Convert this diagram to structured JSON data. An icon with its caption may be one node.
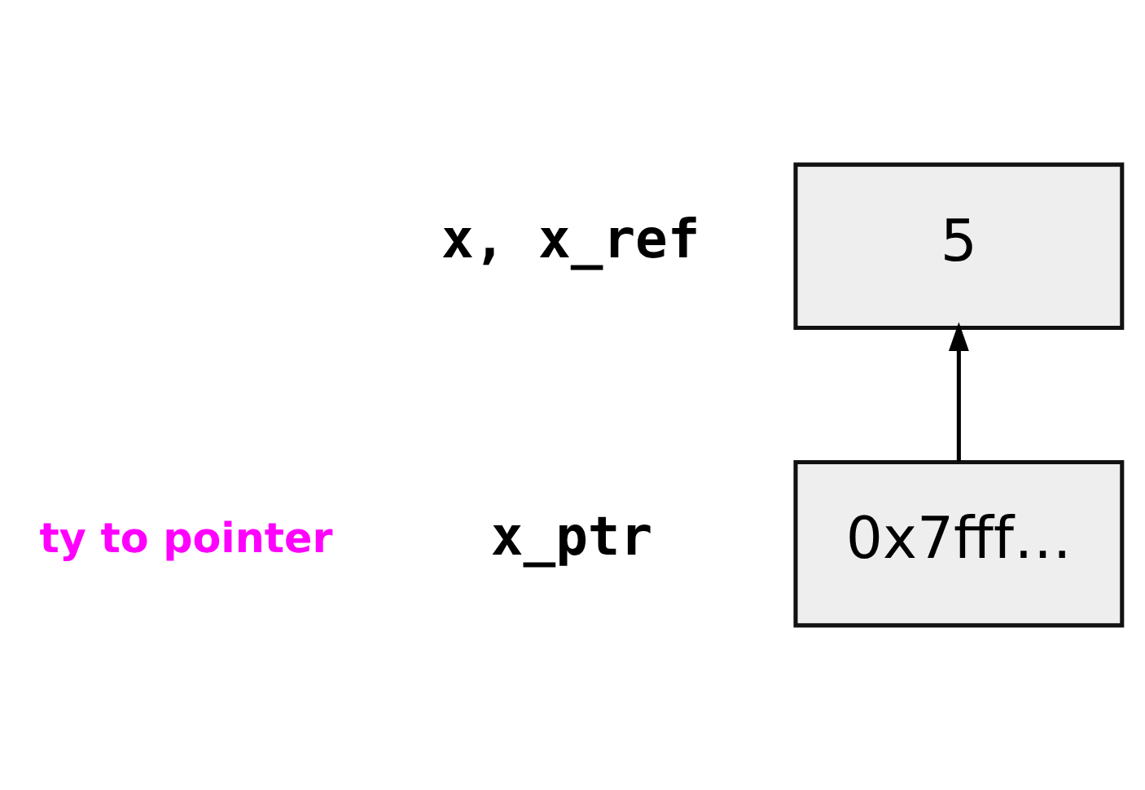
{
  "diagram": {
    "nodes": [
      {
        "text": [
          "5"
        ],
        "beside": [
          "x, x_ref"
        ]
      },
      {
        "text": [
          "0x7fff…"
        ],
        "beside": [
          "x_ptr"
        ]
      }
    ],
    "edges": [
      {
        "from": 1,
        "to": 0,
        "arrow": "to"
      }
    ],
    "labels": [
      "ty to pointer"
    ]
  }
}
